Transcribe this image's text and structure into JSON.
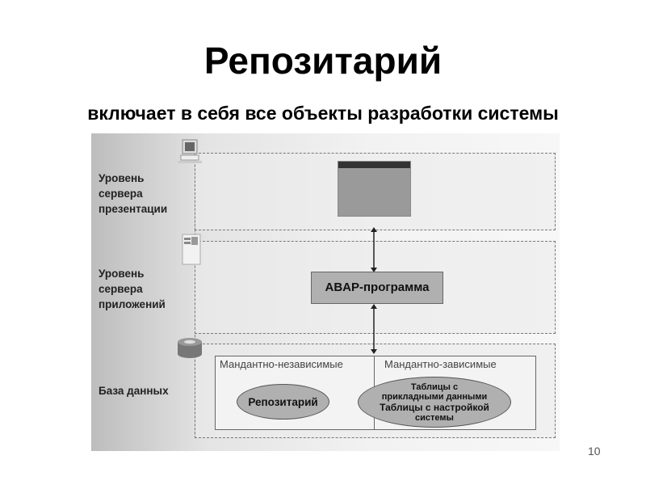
{
  "title": "Репозитарий",
  "subtitle": "включает в себя все объекты разработки системы",
  "layers": [
    {
      "label_lines": [
        "Уровень",
        "сервера",
        "презентации"
      ],
      "icon": "computer-icon"
    },
    {
      "label_lines": [
        "Уровень",
        "сервера",
        "приложений"
      ],
      "icon": "server-icon"
    },
    {
      "label_lines": [
        "База данных"
      ],
      "icon": "database-icon"
    }
  ],
  "abap_box": "ABAP-программа",
  "db": {
    "client_independent": "Мандантно-независимые",
    "client_dependent": "Мандантно-зависимые",
    "repository": "Репозитарий",
    "tables": [
      "Таблицы с",
      "прикладными данными",
      "Таблицы с настройкой",
      "системы"
    ]
  },
  "page_number": "10"
}
